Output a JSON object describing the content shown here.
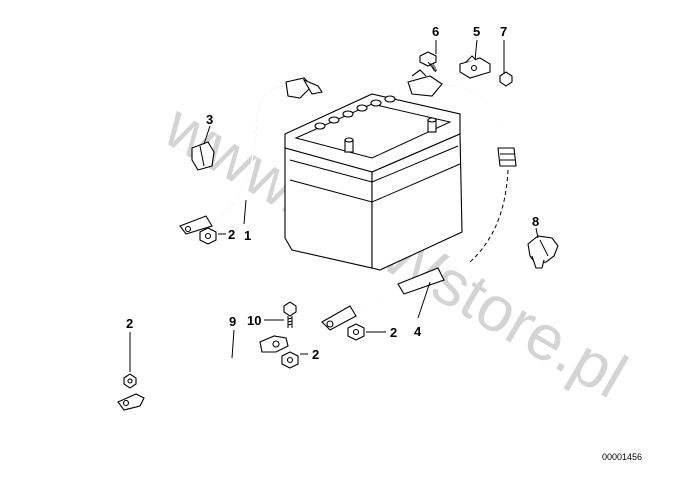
{
  "watermark": "www.BMWstore.pl",
  "reference_number": "00001456",
  "callouts": {
    "c1": "1",
    "c2a": "2",
    "c3": "3",
    "c4": "4",
    "c5": "5",
    "c6": "6",
    "c7": "7",
    "c8": "8",
    "c9": "9",
    "c10": "10",
    "c2b": "2",
    "c2c": "2",
    "c2d": "2"
  },
  "colors": {
    "line": "#000000",
    "watermark": "#d4d4d4",
    "background": "#ffffff"
  }
}
